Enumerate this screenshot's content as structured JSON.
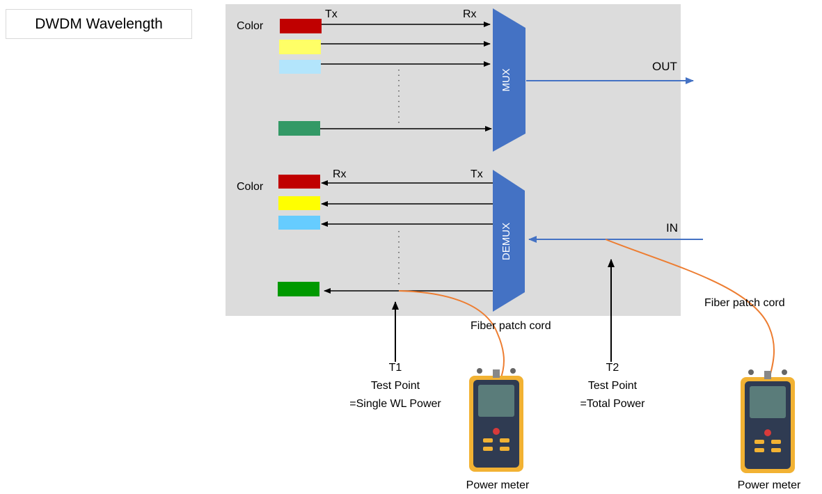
{
  "title": "DWDM Wavelength",
  "mux_section": {
    "color_label": "Color",
    "tx_label": "Tx",
    "rx_label": "Rx",
    "block_label": "MUX",
    "output_label": "OUT",
    "channel_colors": [
      "#c00000",
      "#ffff66",
      "#b3e5fc",
      "#339966"
    ]
  },
  "demux_section": {
    "color_label": "Color",
    "rx_label": "Rx",
    "tx_label": "Tx",
    "block_label": "DEMUX",
    "input_label": "IN",
    "channel_colors": [
      "#c00000",
      "#ffff00",
      "#66ccff",
      "#009900"
    ]
  },
  "test_points": [
    {
      "line1": "T1",
      "line2": "Test Point",
      "line3": "=Single WL Power"
    },
    {
      "line1": "T2",
      "line2": "Test Point",
      "line3": "=Total Power"
    }
  ],
  "patch_cords": [
    "Fiber patch cord",
    "Fiber patch cord"
  ],
  "power_meters": [
    "Power meter",
    "Power meter"
  ],
  "colors": {
    "panel_bg": "#dcdcdc",
    "mux_blue": "#4472c4",
    "fiber_orange": "#ed7d31",
    "meter_yellow": "#f2b233",
    "meter_body": "#2f3b52",
    "meter_screen": "#5a7c7a"
  }
}
